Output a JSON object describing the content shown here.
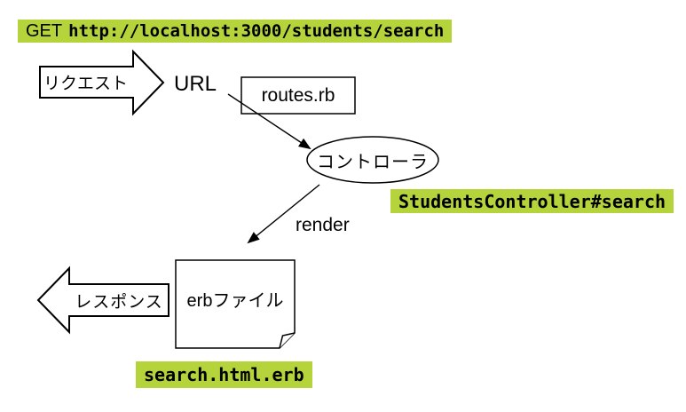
{
  "colors": {
    "highlight_green": "#b5d33b",
    "ink": "#000000",
    "background": "#ffffff"
  },
  "request_line": {
    "method": "GET",
    "url": "http://localhost:3000/students/search"
  },
  "flow": {
    "request_arrow_label": "リクエスト",
    "url_label": "URL",
    "routes_file": "routes.rb",
    "controller_label": "コントローラ",
    "controller_action": "StudentsController#search",
    "render_label": "render",
    "erb_file_label": "erbファイル",
    "response_arrow_label": "レスポンス",
    "erb_filename": "search.html.erb"
  }
}
